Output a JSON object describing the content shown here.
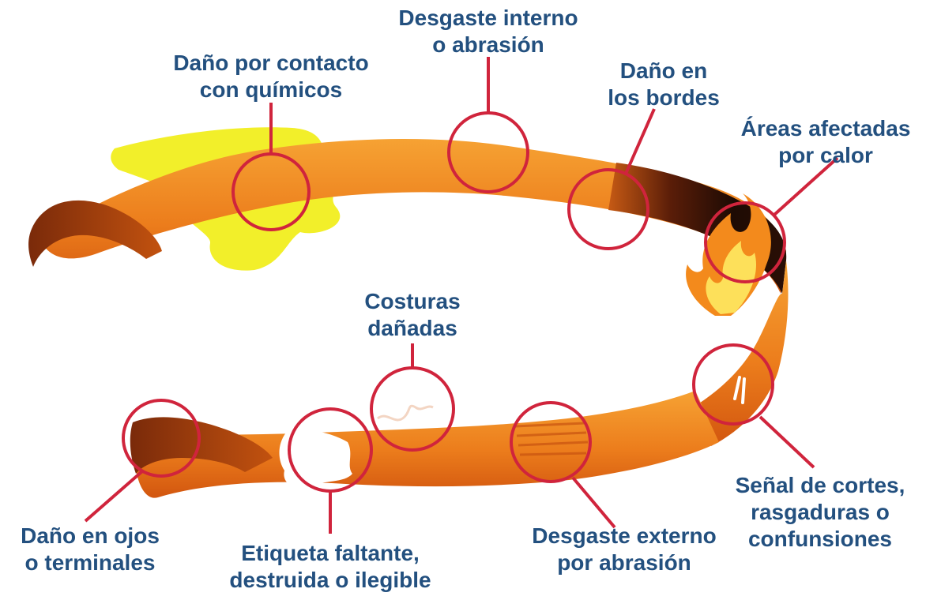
{
  "labels": {
    "internal_wear": {
      "line1": "Desgaste interno",
      "line2": "o abrasión"
    },
    "chemical": {
      "line1": "Daño por contacto",
      "line2": "con químicos"
    },
    "edges": {
      "line1": "Daño en",
      "line2": "los bordes"
    },
    "heat": {
      "line1": "Áreas afectadas",
      "line2": "por calor"
    },
    "stitching": {
      "line1": "Costuras",
      "line2": "dañadas"
    },
    "eyes": {
      "line1": "Daño en ojos",
      "line2": "o terminales"
    },
    "tag": {
      "line1": "Etiqueta faltante,",
      "line2": "destruida o ilegible"
    },
    "external_wear": {
      "line1": "Desgaste externo",
      "line2": "por abrasión"
    },
    "cuts": {
      "line1": "Señal de cortes,",
      "line2": "rasgaduras o",
      "line3": "confunsiones"
    }
  },
  "colors": {
    "label_text": "#23507f",
    "callout": "#d0243c",
    "strap_light": "#f6a233",
    "strap_mid": "#ea7a1a",
    "strap_dark": "#b8400c",
    "chemical": "#f2ef2a",
    "flame_outer": "#f38a1c",
    "flame_inner": "#fde05a"
  }
}
